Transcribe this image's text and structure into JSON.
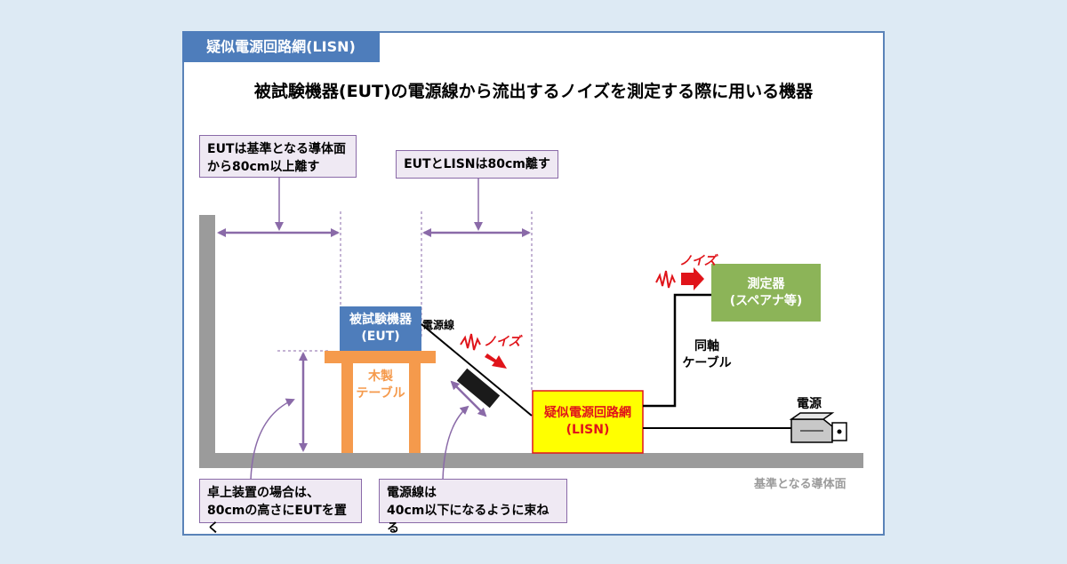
{
  "tab_title": "疑似電源回路網(LISN)",
  "heading": "被試験機器(EUT)の電源線から流出するノイズを測定する際に用いる機器",
  "callouts": {
    "eut_distance": [
      "EUTは基準となる導体面",
      "から80cm以上離す"
    ],
    "eut_lisn_distance": "EUTとLISNは80cm離す",
    "desktop_height": [
      "卓上装置の場合は、",
      "80cmの高さにEUTを置く"
    ],
    "cable_length": [
      "電源線は",
      "40cm以下になるように束ねる"
    ]
  },
  "labels": {
    "eut": [
      "被試験機器",
      "(EUT)"
    ],
    "table": [
      "木製",
      "テーブル"
    ],
    "power_cable": "電源線",
    "noise": "ノイズ",
    "lisn": [
      "疑似電源回路網",
      "(LISN)"
    ],
    "meter": [
      "測定器",
      "(スペアナ等)"
    ],
    "coax": [
      "同軸",
      "ケーブル"
    ],
    "power_source": "電源",
    "ground_plane": "基準となる導体面"
  },
  "colors": {
    "tab": "#4e7dbb",
    "eut_box": "#4e7dbb",
    "table": "#f59a4c",
    "lisn_fill": "#ffff00",
    "lisn_border": "#e0141a",
    "meter": "#8cb458",
    "ground": "#9b9b9b",
    "arrows": "#8a6aa8",
    "noise": "#e0141a"
  }
}
